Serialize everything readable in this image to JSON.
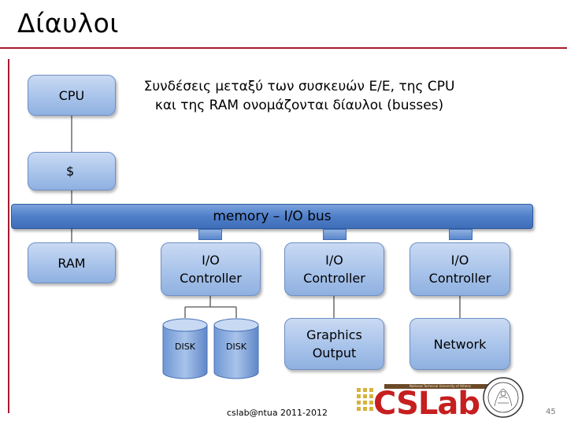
{
  "slide": {
    "title": "Δίαυλοι",
    "description": "Συνδέσεις μεταξύ των συσκευών Ε/Ε, της CPU\nκαι της RAM ονομάζονται δίαυλοι (busses)",
    "footer": "cslab@ntua 2011-2012",
    "page_number": "45",
    "accent_color": "#a51c30"
  },
  "diagram": {
    "cpu": "CPU",
    "cache": "$",
    "bus": "memory – I/O bus",
    "ram": "RAM",
    "controllers": [
      "I/O\nController",
      "I/O\nController",
      "I/O\nController"
    ],
    "disks": [
      "DISK",
      "DISK"
    ],
    "graphics": "Graphics\nOutput",
    "network": "Network",
    "box_color": "#a8c3ea",
    "bus_color": "#4f7fc9"
  },
  "logo": {
    "name": "CSLab",
    "banner": "National Technical University of Athens"
  }
}
